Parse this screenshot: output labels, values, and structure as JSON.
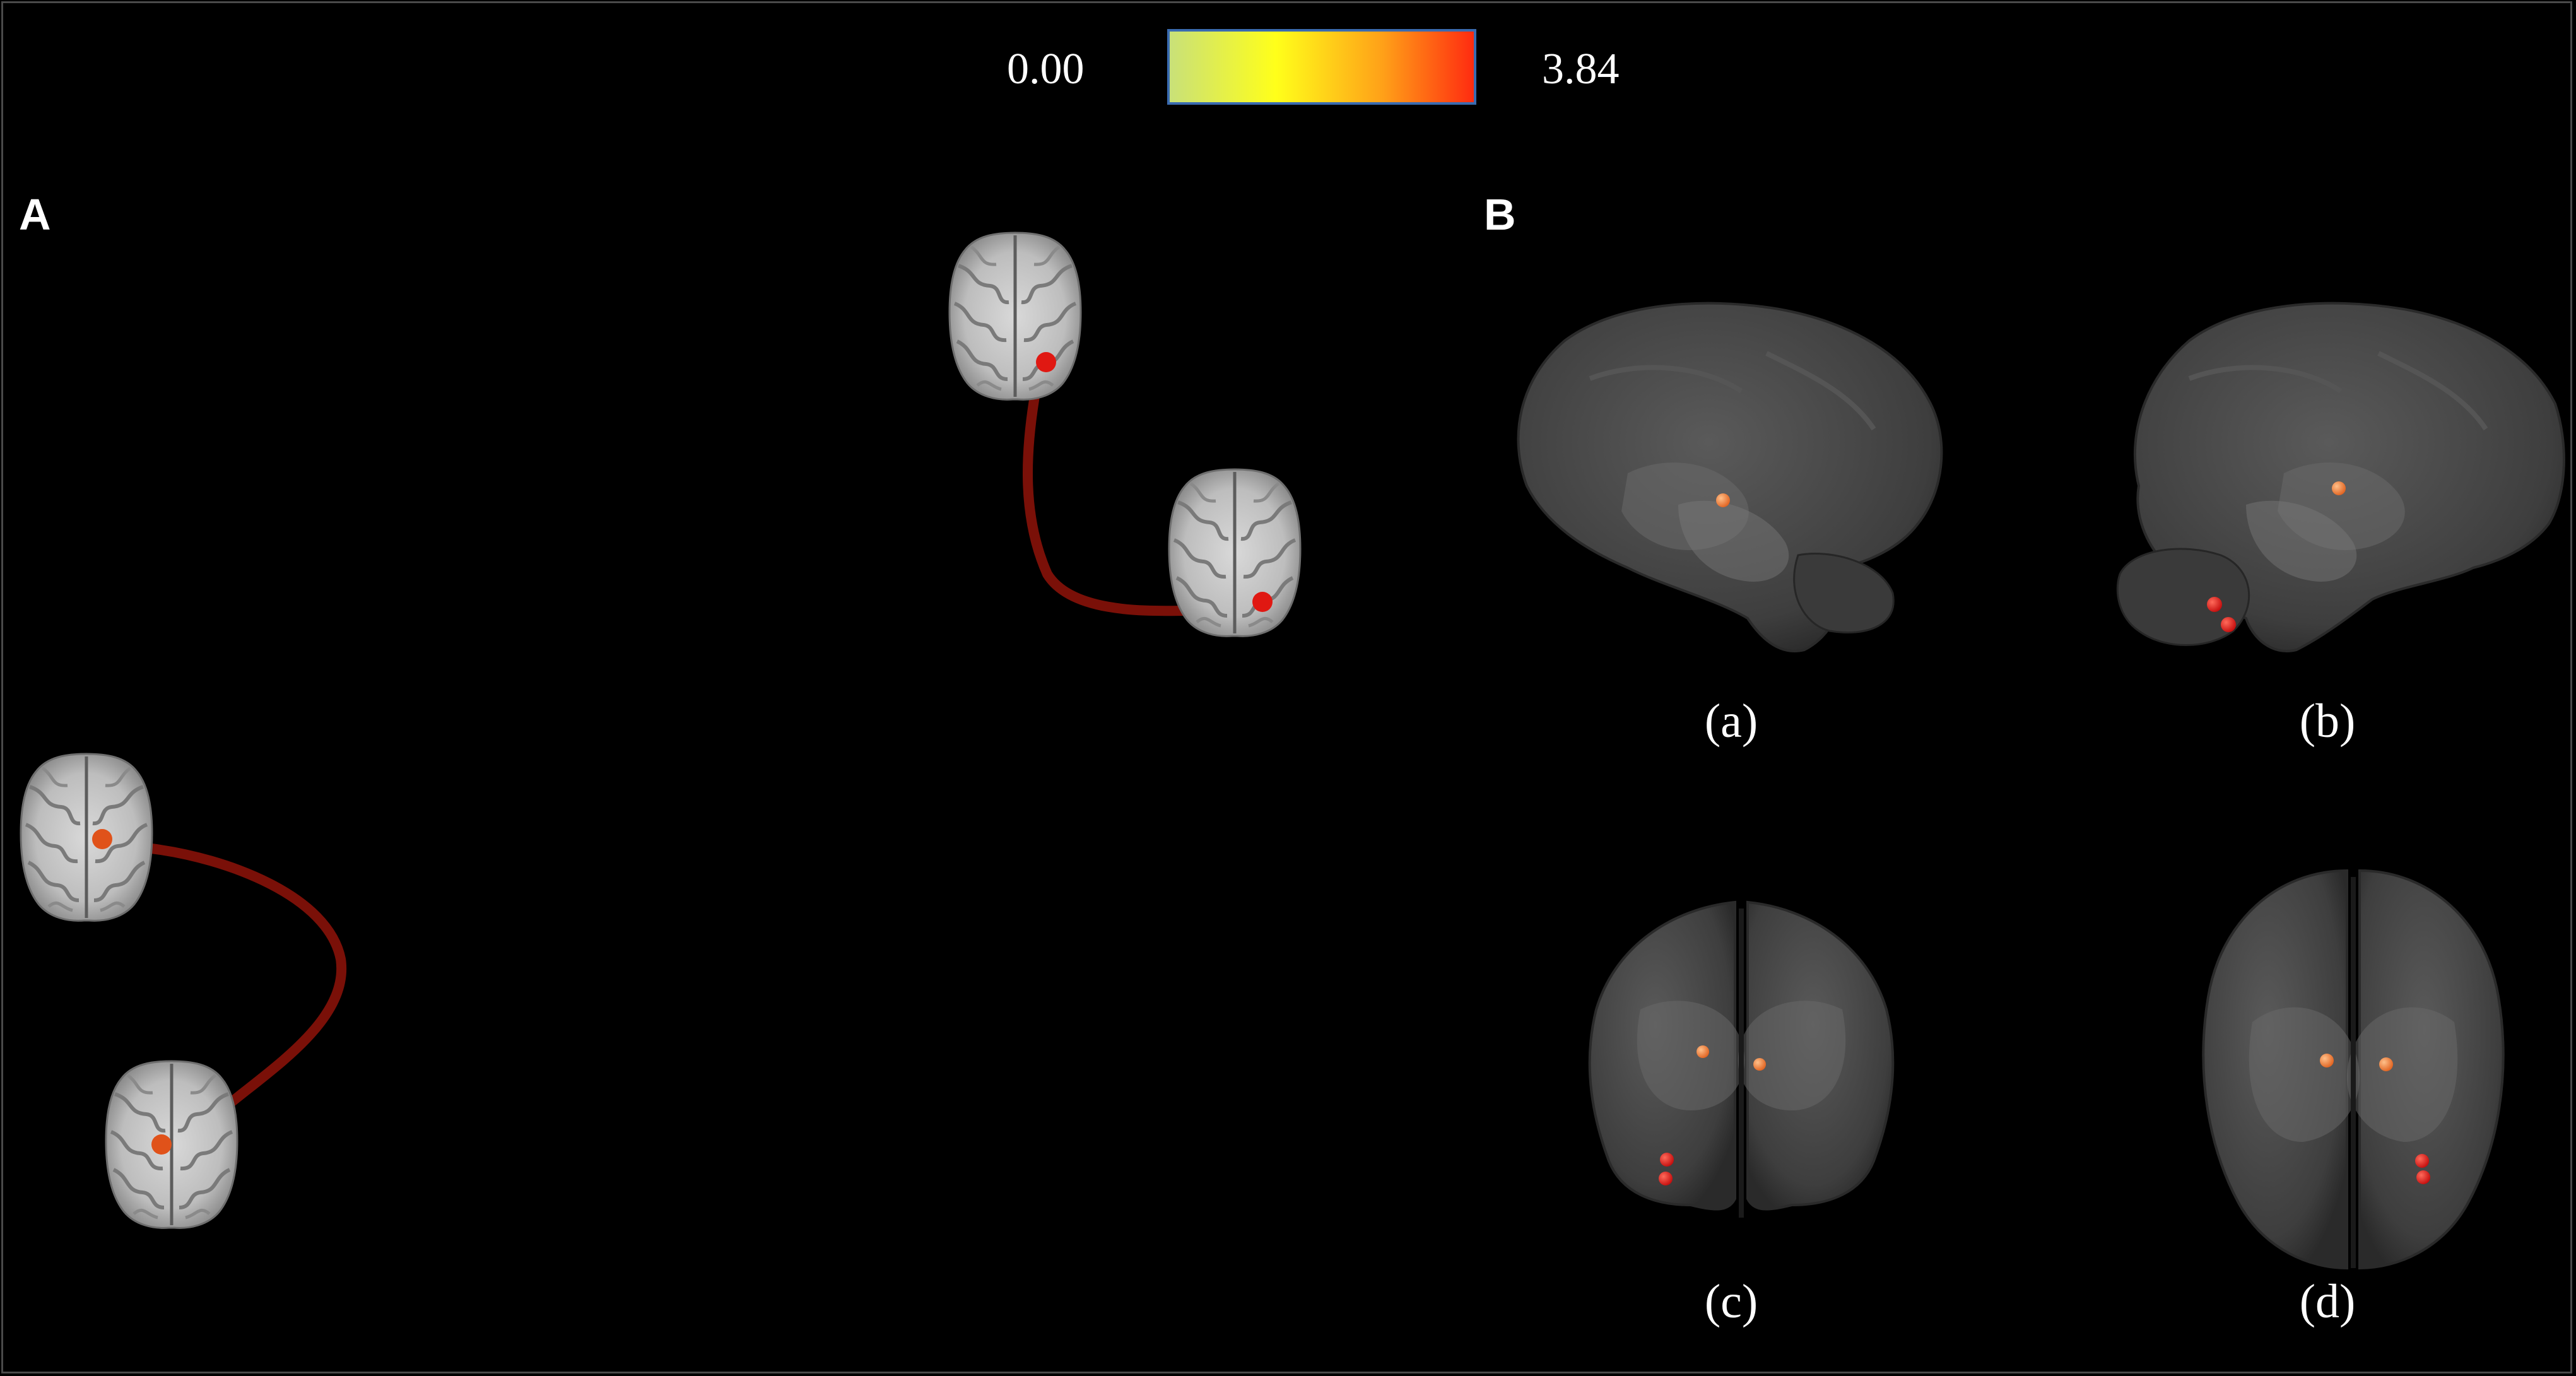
{
  "colorbar": {
    "min_label": "0.00",
    "max_label": "3.84",
    "colors": [
      "#c8e07a",
      "#ffff1a",
      "#ffa018",
      "#ff2a10"
    ],
    "border_color": "#3a6bb0"
  },
  "panels": {
    "a_label": "A",
    "b_label": "B"
  },
  "panel_a": {
    "edge_color": "#7a1008",
    "node_colors": {
      "orange": "#e0521a",
      "red": "#e01812"
    }
  },
  "panel_b": {
    "captions": {
      "a": "(a)",
      "b": "(b)",
      "c": "(c)",
      "d": "(d)"
    },
    "node_colors": {
      "orange": "#f29a60",
      "red": "#e02a2a"
    }
  }
}
